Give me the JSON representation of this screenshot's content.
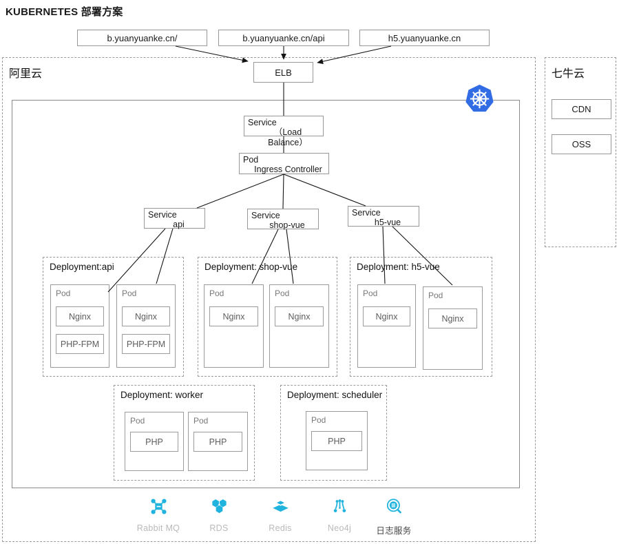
{
  "title": "KUBERNETES 部署方案",
  "colors": {
    "accent": "#1fb3dd",
    "k8s_blue": "#326ce5",
    "line": "#1a1a1a",
    "border": "#979797"
  },
  "top_domains": [
    {
      "label": "b.yuanyuanke.cn/"
    },
    {
      "label": "b.yuanyuanke.cn/api"
    },
    {
      "label": "h5.yuanyuanke.cn"
    }
  ],
  "elb": {
    "label": "ELB"
  },
  "aliyun": {
    "label": "阿里云"
  },
  "qiniu": {
    "label": "七牛云",
    "items": [
      {
        "label": "CDN"
      },
      {
        "label": "OSS"
      }
    ]
  },
  "k8s": {
    "service_lb": {
      "type": "Service",
      "name": "（Load Balance）"
    },
    "ingress": {
      "type": "Pod",
      "name": "Ingress Controller"
    },
    "services": [
      {
        "type": "Service",
        "name": "api"
      },
      {
        "type": "Service",
        "name": "shop-vue"
      },
      {
        "type": "Service",
        "name": "h5-vue"
      }
    ],
    "deployments": [
      {
        "label": "Deployment:api",
        "pods": [
          {
            "title": "Pod",
            "containers": [
              "Nginx",
              "PHP-FPM"
            ]
          },
          {
            "title": "Pod",
            "containers": [
              "Nginx",
              "PHP-FPM"
            ]
          }
        ]
      },
      {
        "label": "Deployment: shop-vue",
        "pods": [
          {
            "title": "Pod",
            "containers": [
              "Nginx"
            ]
          },
          {
            "title": "Pod",
            "containers": [
              "Nginx"
            ]
          }
        ]
      },
      {
        "label": "Deployment: h5-vue",
        "pods": [
          {
            "title": "Pod",
            "containers": [
              "Nginx"
            ]
          },
          {
            "title": "Pod",
            "containers": [
              "Nginx"
            ]
          }
        ]
      },
      {
        "label": "Deployment: worker",
        "pods": [
          {
            "title": "Pod",
            "containers": [
              "PHP"
            ]
          },
          {
            "title": "Pod",
            "containers": [
              "PHP"
            ]
          }
        ]
      },
      {
        "label": "Deployment: scheduler",
        "pods": [
          {
            "title": "Pod",
            "containers": [
              "PHP"
            ]
          }
        ]
      }
    ]
  },
  "footer_services": [
    {
      "name": "Rabbit MQ",
      "icon": "rabbitmq-icon"
    },
    {
      "name": "RDS",
      "icon": "rds-icon"
    },
    {
      "name": "Redis",
      "icon": "redis-icon"
    },
    {
      "name": "Neo4j",
      "icon": "neo4j-icon"
    },
    {
      "name": "日志服务",
      "icon": "log-service-icon"
    }
  ]
}
